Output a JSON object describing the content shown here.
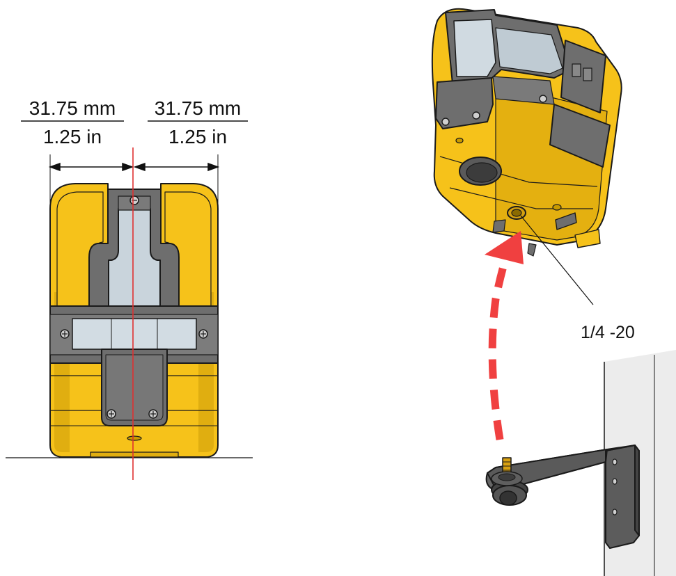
{
  "dimensions": {
    "left": {
      "metric": "31.75 mm",
      "imperial": "1.25 in"
    },
    "right": {
      "metric": "31.75 mm",
      "imperial": "1.25 in"
    }
  },
  "thread_label": "1/4 -20",
  "colors": {
    "body_yellow": "#F6C21A",
    "body_yellow_dark": "#C99A00",
    "grey_panel": "#6E6E6E",
    "window_glass": "#C9D4DC",
    "laser_line": "#E03030",
    "arrow_red": "#F04040",
    "outline": "#1A1A1A"
  },
  "icons": [
    "laser-level-front-view",
    "laser-level-bottom-view",
    "wall-mount-bracket",
    "mounting-arrow"
  ]
}
